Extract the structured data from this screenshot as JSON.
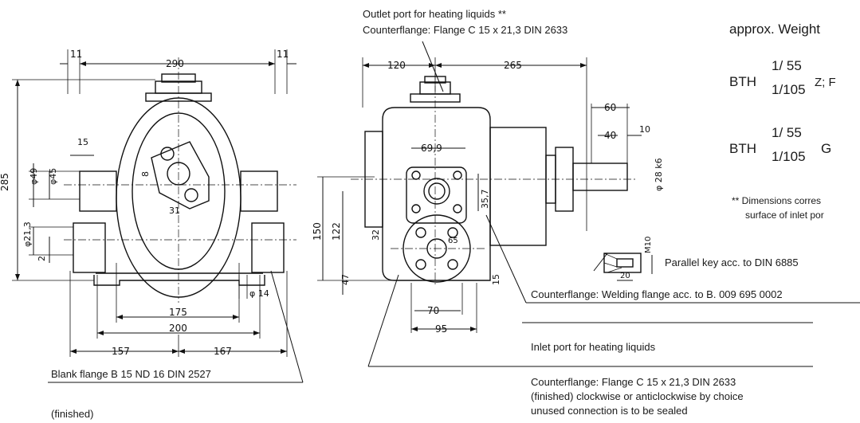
{
  "texts": {
    "outlet_line1": "Outlet port for heating liquids **",
    "outlet_line2": "Counterflange: Flange C 15 x 21,3 DIN 2633",
    "weight": "approx. Weight",
    "bth1_base": "BTH",
    "bth1_num": "1/ 55",
    "bth1_den": "1/105",
    "bth1_suffix": "Z; F",
    "bth2_base": "BTH",
    "bth2_num": "1/ 55",
    "bth2_den": "1/105",
    "bth2_suffix": "G",
    "dims_note_line1": "** Dimensions corres",
    "dims_note_line2": "surface of inlet por",
    "parallel_key": "Parallel key acc. to DIN 6885",
    "counterflange_welding": "Counterflange: Welding flange acc. to B. 009 695 0002",
    "inlet_port": "Inlet port for heating liquids",
    "blank_flange": "Blank flange B 15 ND 16 DIN 2527",
    "finished": "(finished)",
    "counterflange_bottom1": "Counterflange: Flange C 15 x 21,3 DIN 2633",
    "counterflange_bottom2": "(finished) clockwise or anticlockwise by choice",
    "counterflange_bottom3": "unused connection is to be sealed"
  },
  "dimensions": {
    "d11_left": "11",
    "d290": "290",
    "d11_right": "11",
    "d285": "285",
    "d15": "15",
    "d49": "φ49",
    "d45": "φ45",
    "d8": "8",
    "d31": "31",
    "d21_3": "φ21,3",
    "d2": "2",
    "d14": "φ 14",
    "d175": "175",
    "d200": "200",
    "d157": "157",
    "d167": "167",
    "d120": "120",
    "d265": "265",
    "d60": "60",
    "d40": "40",
    "d10": "10",
    "d28k6": "φ 28 k6",
    "d69_9": "69,9",
    "d35_7": "35,7",
    "d150": "150",
    "d122": "122",
    "d32": "32",
    "d47": "47",
    "d65": "65",
    "d15_right": "15",
    "d70": "70",
    "d95": "95",
    "dM10": "M10",
    "d20": "20"
  }
}
